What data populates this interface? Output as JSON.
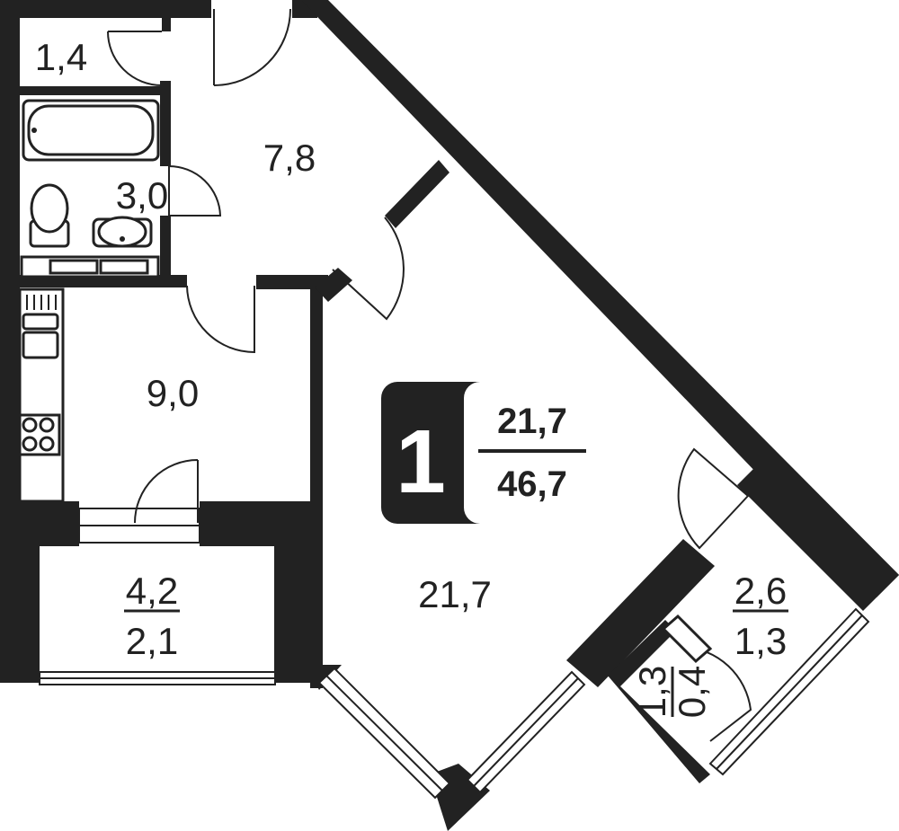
{
  "colors": {
    "wall": "#222222",
    "background": "#ffffff",
    "badge_bg": "#222222",
    "badge_panel": "#ffffff"
  },
  "badge": {
    "rooms": "1",
    "living_area": "21,7",
    "total_area": "46,7"
  },
  "rooms": {
    "storage": {
      "area": "1,4"
    },
    "hall": {
      "area": "7,8"
    },
    "bathroom": {
      "area": "3,0"
    },
    "kitchen": {
      "area": "9,0"
    },
    "living": {
      "area": "21,7"
    },
    "loggia_left": {
      "area": "4,2",
      "area_reduced": "2,1"
    },
    "loggia_right": {
      "area": "2,6",
      "area_reduced": "1,3"
    },
    "balcony_small": {
      "area": "1,3",
      "area_reduced": "0,4"
    }
  }
}
